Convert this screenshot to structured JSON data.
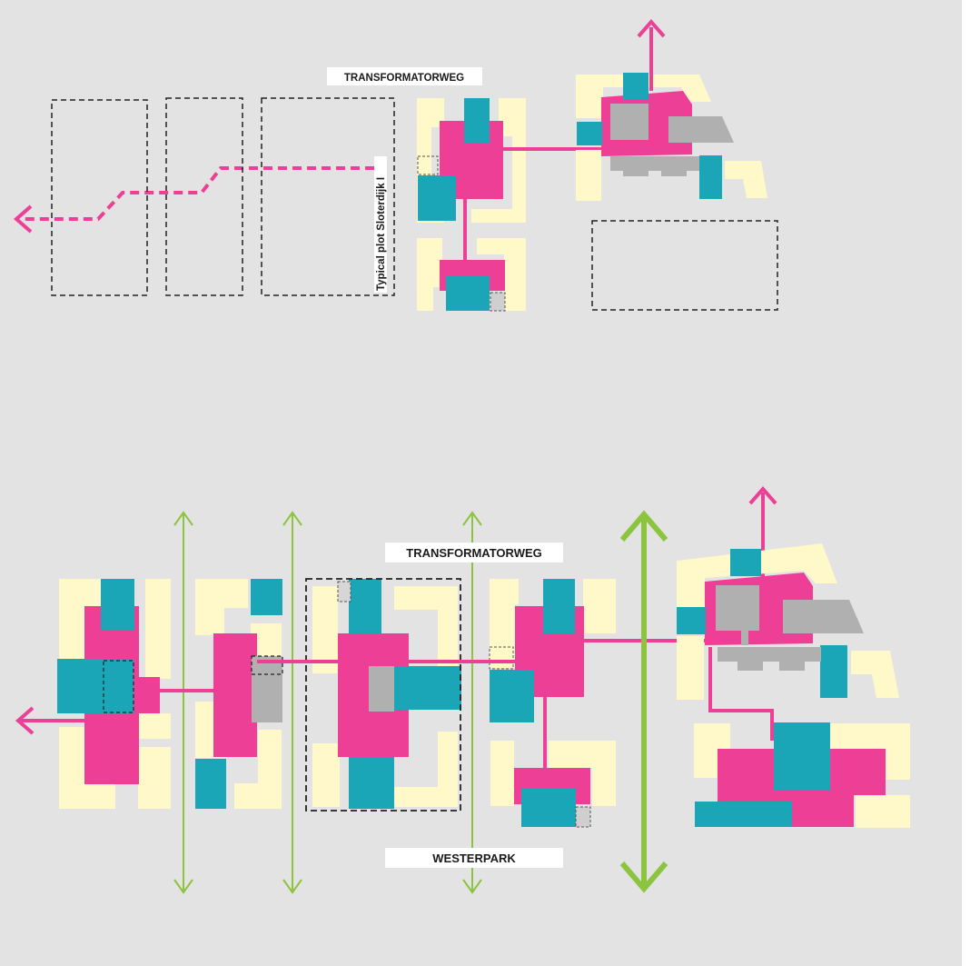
{
  "labels": {
    "top_street": "TRANSFORMATORWEG",
    "typical_plot": "Typical plot Sloterdijk I",
    "bottom_street": "TRANSFORMATORWEG",
    "park": "WESTERPARK"
  },
  "colors": {
    "background": "#e3e3e3",
    "housing": "#fff8c8",
    "core": "#ee3f96",
    "public": "#1aa6b7",
    "existing": "#b0b0b0",
    "green_axis": "#8cc43f",
    "label_box": "#ffffff",
    "dashed": "#222222"
  },
  "legend_meaning": {}
}
